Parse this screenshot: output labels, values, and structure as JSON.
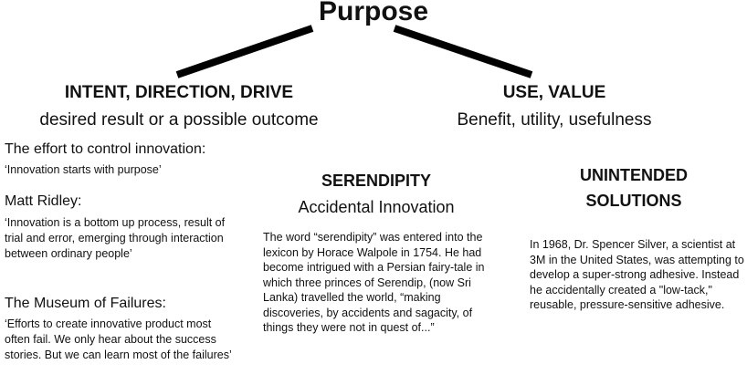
{
  "title": "Purpose",
  "branches": {
    "left": {
      "heading": "INTENT, DIRECTION, DRIVE",
      "subheading": "desired result or a possible outcome"
    },
    "right": {
      "heading": "USE, VALUE",
      "subheading": "Benefit, utility, usefulness"
    }
  },
  "left_column": [
    {
      "title": "The effort to control innovation:",
      "quote": "‘Innovation starts with purpose’"
    },
    {
      "title": "Matt Ridley:",
      "quote": "‘Innovation is a bottom up process, result of trial and error, emerging through interaction between ordinary people’"
    },
    {
      "title": "The Museum of Failures:",
      "quote": "‘Efforts to create innovative product most often fail. We only hear about the success stories. But we can learn most of the failures’"
    }
  ],
  "serendipity": {
    "heading": "SERENDIPITY",
    "subheading": "Accidental Innovation",
    "text": "The word “serendipity” was entered into the lexicon by Horace Walpole in 1754. He had become intrigued with a Persian fairy-tale in which three princes of Serendip, (now Sri Lanka) travelled the world, “making discoveries, by accidents and sagacity, of things they were not in quest of...”"
  },
  "unintended": {
    "heading_line1": "UNINTENDED",
    "heading_line2": "SOLUTIONS",
    "text": "In 1968, Dr. Spencer Silver, a scientist at 3M in the United States, was attempting to develop a super-strong adhesive. Instead he accidentally created a \"low-tack,\" reusable, pressure-sensitive adhesive."
  }
}
